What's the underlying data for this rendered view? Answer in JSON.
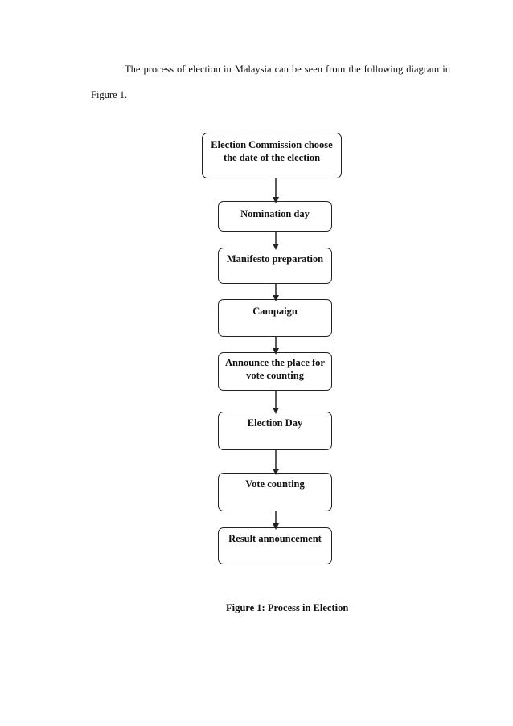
{
  "paragraph": {
    "line1": "The process of election in Malaysia can be seen from the following diagram in",
    "line2": "Figure 1."
  },
  "flowchart": {
    "steps": [
      "Election Commission choose the date of the election",
      "Nomination day",
      "Manifesto preparation",
      "Campaign",
      "Announce the place for vote counting",
      "Election Day",
      "Vote counting",
      "Result announcement"
    ]
  },
  "caption": "Figure 1: Process in Election"
}
